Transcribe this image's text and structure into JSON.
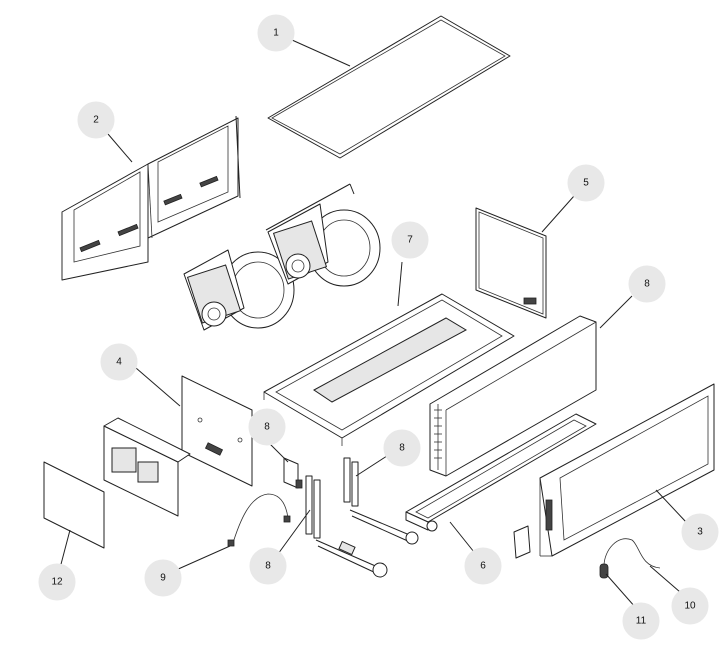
{
  "callouts": [
    {
      "id": "c1",
      "label": "1"
    },
    {
      "id": "c2",
      "label": "2"
    },
    {
      "id": "c5",
      "label": "5"
    },
    {
      "id": "c7",
      "label": "7"
    },
    {
      "id": "c8a",
      "label": "8"
    },
    {
      "id": "c4",
      "label": "4"
    },
    {
      "id": "c8b",
      "label": "8"
    },
    {
      "id": "c8c",
      "label": "8"
    },
    {
      "id": "c3",
      "label": "3"
    },
    {
      "id": "c12",
      "label": "12"
    },
    {
      "id": "c9",
      "label": "9"
    },
    {
      "id": "c8d",
      "label": "8"
    },
    {
      "id": "c6",
      "label": "6"
    },
    {
      "id": "c11",
      "label": "11"
    },
    {
      "id": "c10",
      "label": "10"
    }
  ]
}
